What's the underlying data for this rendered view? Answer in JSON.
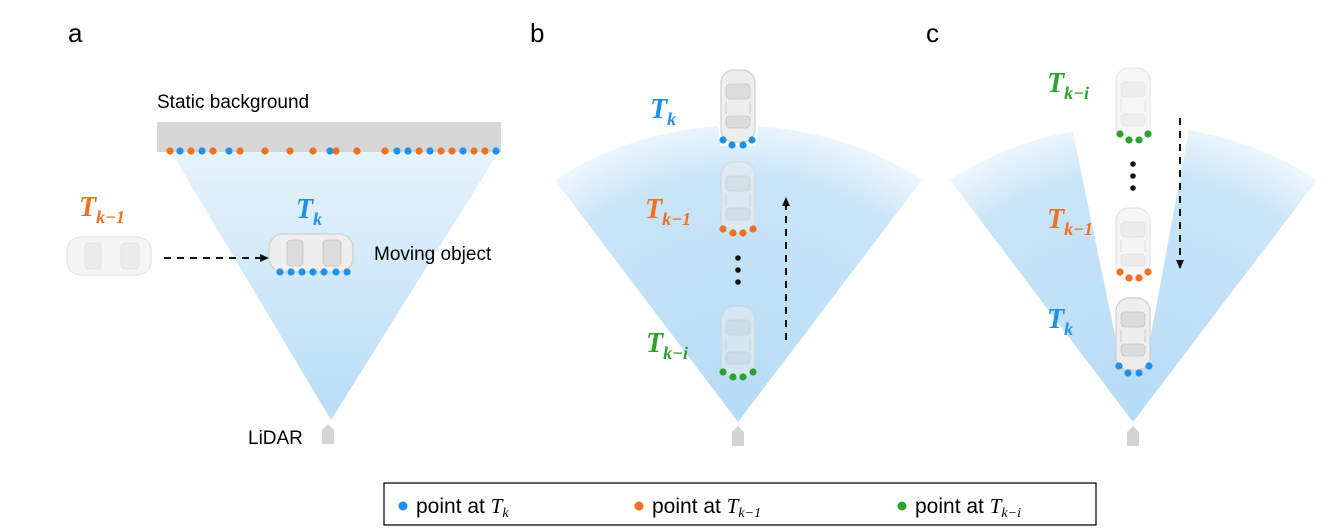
{
  "colors": {
    "blue": "#1e90e8",
    "orange": "#f07020",
    "green": "#2ea12e",
    "cone": "#bfe0f7",
    "background_bar": "#d6d6d6",
    "car": "#e8e8e8"
  },
  "panels": {
    "a": {
      "letter": "a",
      "static_background_label": "Static background",
      "moving_object_label": "Moving object",
      "lidar_label": "LiDAR",
      "t_prev": {
        "T": "T",
        "sub": "k−1"
      },
      "t_now": {
        "T": "T",
        "sub": "k"
      }
    },
    "b": {
      "letter": "b",
      "t_now": {
        "T": "T",
        "sub": "k"
      },
      "t_prev": {
        "T": "T",
        "sub": "k−1"
      },
      "t_past": {
        "T": "T",
        "sub": "k−i"
      }
    },
    "c": {
      "letter": "c",
      "t_past": {
        "T": "T",
        "sub": "k−i"
      },
      "t_prev": {
        "T": "T",
        "sub": "k−1"
      },
      "t_now": {
        "T": "T",
        "sub": "k"
      }
    }
  },
  "legend": [
    {
      "label": "point at",
      "T": "T",
      "sub": "k",
      "color": "blue"
    },
    {
      "label": "point at",
      "T": "T",
      "sub": "k−1",
      "color": "orange"
    },
    {
      "label": "point at",
      "T": "T",
      "sub": "k−i",
      "color": "green"
    }
  ]
}
